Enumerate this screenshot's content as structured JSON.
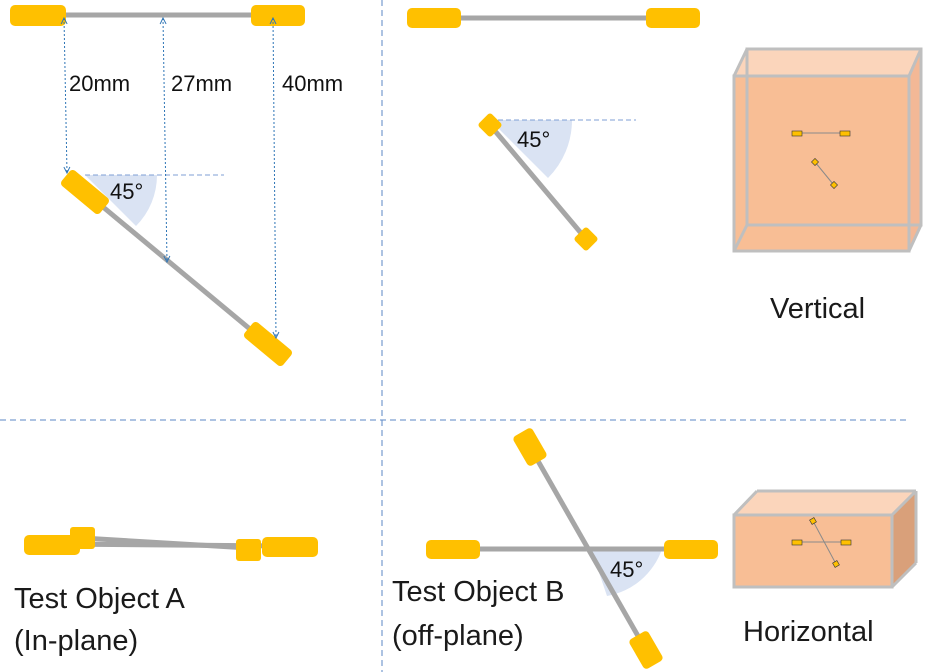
{
  "colors": {
    "rod": "#a6a6a6",
    "marker": "#ffc000",
    "marker_stroke": "#e0a800",
    "angle_fill": "#dae3f3",
    "guide": "#7f9fd6",
    "dimension": "#2e75b6",
    "divider": "#5b87c5",
    "phantom_front": "#f8be95",
    "phantom_side": "#d9a07a",
    "phantom_edge": "#bfbfbf"
  },
  "panels": {
    "top_left": {
      "dimensions": [
        "20mm",
        "27mm",
        "40mm"
      ],
      "angle": "45°"
    },
    "top_right": {
      "angle": "45°",
      "orientation_label": "Vertical"
    },
    "bottom_left": {
      "object_name": "Test Object A",
      "object_type": "(In-plane)"
    },
    "bottom_right": {
      "object_name": "Test Object B",
      "object_type": "(off-plane)",
      "angle": "45°",
      "orientation_label": "Horizontal"
    }
  }
}
